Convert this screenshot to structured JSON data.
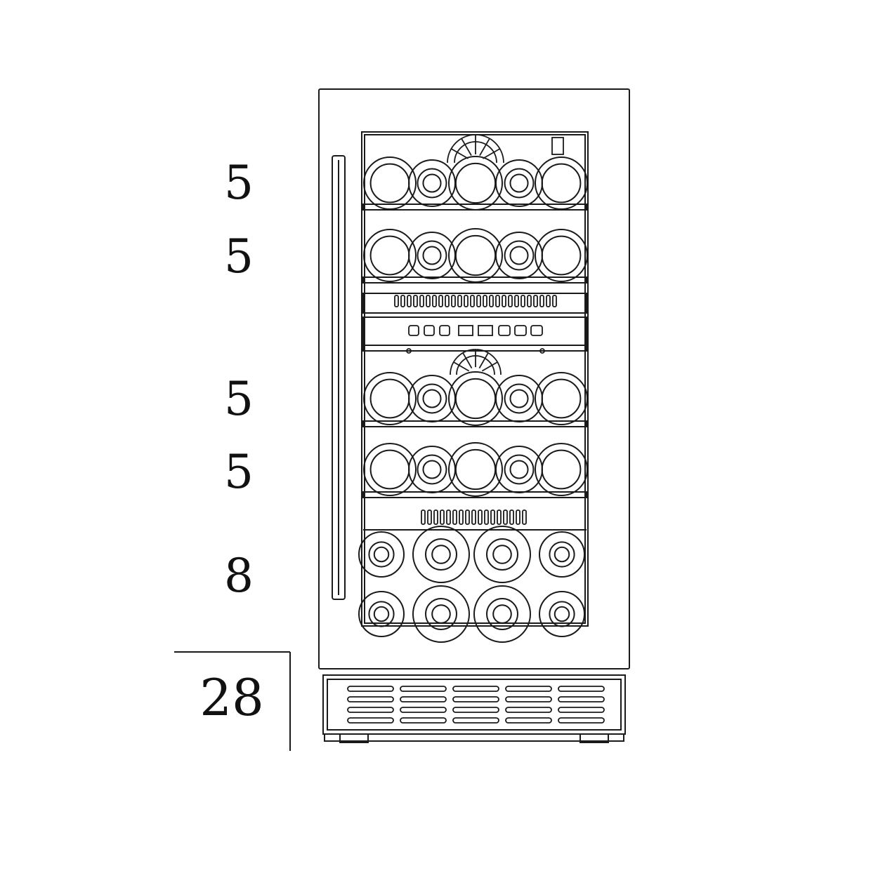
{
  "shelf_counts": [
    {
      "id": "shelf-1",
      "count": "5"
    },
    {
      "id": "shelf-2",
      "count": "5"
    },
    {
      "id": "shelf-3",
      "count": "5"
    },
    {
      "id": "shelf-4",
      "count": "5"
    },
    {
      "id": "bottom-rack",
      "count": "8"
    }
  ],
  "total": "28",
  "colors": {
    "line": "#1a1a1a",
    "background": "#ffffff"
  }
}
